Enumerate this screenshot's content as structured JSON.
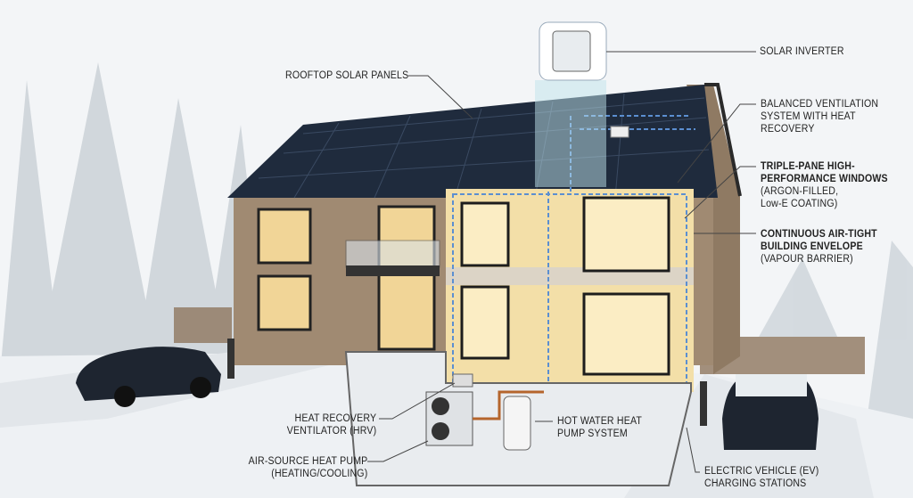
{
  "labels": {
    "solar_inverter": "SOLAR INVERTER",
    "rooftop_solar": "ROOFTOP SOLAR PANELS",
    "ventilation": [
      "BALANCED VENTILATION",
      "SYSTEM WITH HEAT",
      "RECOVERY"
    ],
    "windows": {
      "bold": [
        "TRIPLE-PANE HIGH-",
        "PERFORMANCE WINDOWS"
      ],
      "normal": [
        "(ARGON-FILLED,",
        "Low-E COATING)"
      ]
    },
    "envelope": {
      "bold": [
        "CONTINUOUS AIR-TIGHT",
        "BUILDING ENVELOPE"
      ],
      "normal": [
        "(VAPOUR BARRIER)"
      ]
    },
    "hrv": [
      "HEAT RECOVERY",
      "VENTILATOR (HRV)"
    ],
    "hot_water": [
      "HOT WATER HEAT",
      "PUMP SYSTEM"
    ],
    "air_source": [
      "AIR-SOURCE HEAT PUMP",
      "(HEATING/COOLING)"
    ],
    "ev": [
      "ELECTRIC VEHICLE (EV)",
      "CHARGING STATIONS"
    ]
  },
  "colors": {
    "roof_panels": "#1f2b3d",
    "wood": "#a08a72",
    "interior": "#f3dfa8",
    "snow": "#eef1f4",
    "airflow": "#5b8fd1"
  }
}
